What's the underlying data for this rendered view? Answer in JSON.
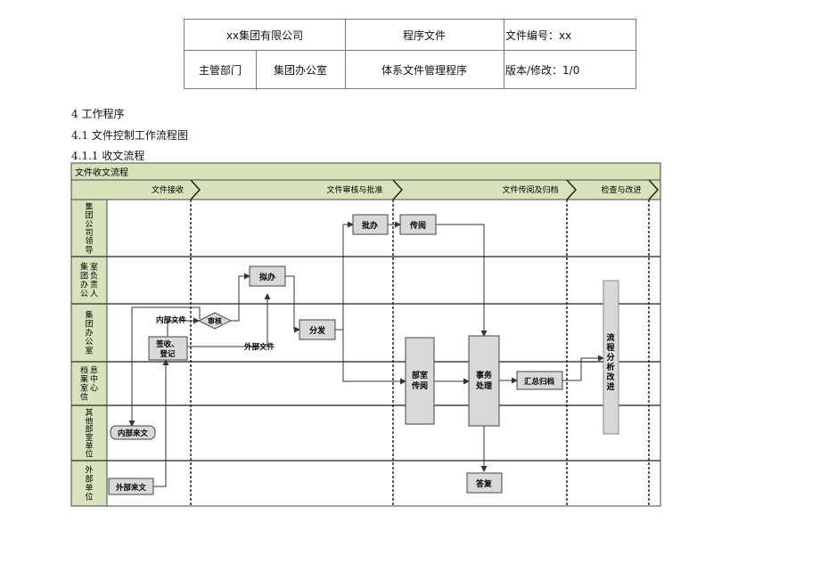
{
  "header": {
    "company": "xx集团有限公司",
    "doc_type": "程序文件",
    "doc_no": "文件编号：xx",
    "dept_label": "主管部门",
    "dept_value": "集团办公室",
    "title": "体系文件管理程序",
    "version": "版本/修改：1/0"
  },
  "sections": {
    "s4": "4 工作程序",
    "s41": "4.1 文件控制工作流程图",
    "s411": "4.1.1 收文流程"
  },
  "flow": {
    "title": "文件收文流程",
    "phases": [
      "文件接收",
      "文件审核与批准",
      "文件传阅及归档",
      "检查与改进"
    ],
    "lanes": [
      "集团公司领导",
      "集团办公室负责人",
      "集团办公室",
      "档案室信息中心",
      "其他部室单位",
      "外部单位"
    ],
    "boxes": {
      "pizhu": "批办",
      "chuanyue": "传阅",
      "niban": "拟办",
      "shenhe": "审核",
      "fenfa": "分发",
      "qianshou": "签收、登记",
      "bushi": "部室传阅",
      "shiwu": "事务处理",
      "huizong": "汇总归档",
      "liucheng": "流程分析改进",
      "neibulaiwen": "内部来文",
      "waibulaiwen": "外部来文",
      "dafu": "答复"
    },
    "edge_labels": {
      "internal": "内部文件",
      "external": "外部文件"
    }
  },
  "colors": {
    "lane_fill": "#d7e3bd",
    "box_fill": "#d9d9d9",
    "border": "#555555"
  }
}
